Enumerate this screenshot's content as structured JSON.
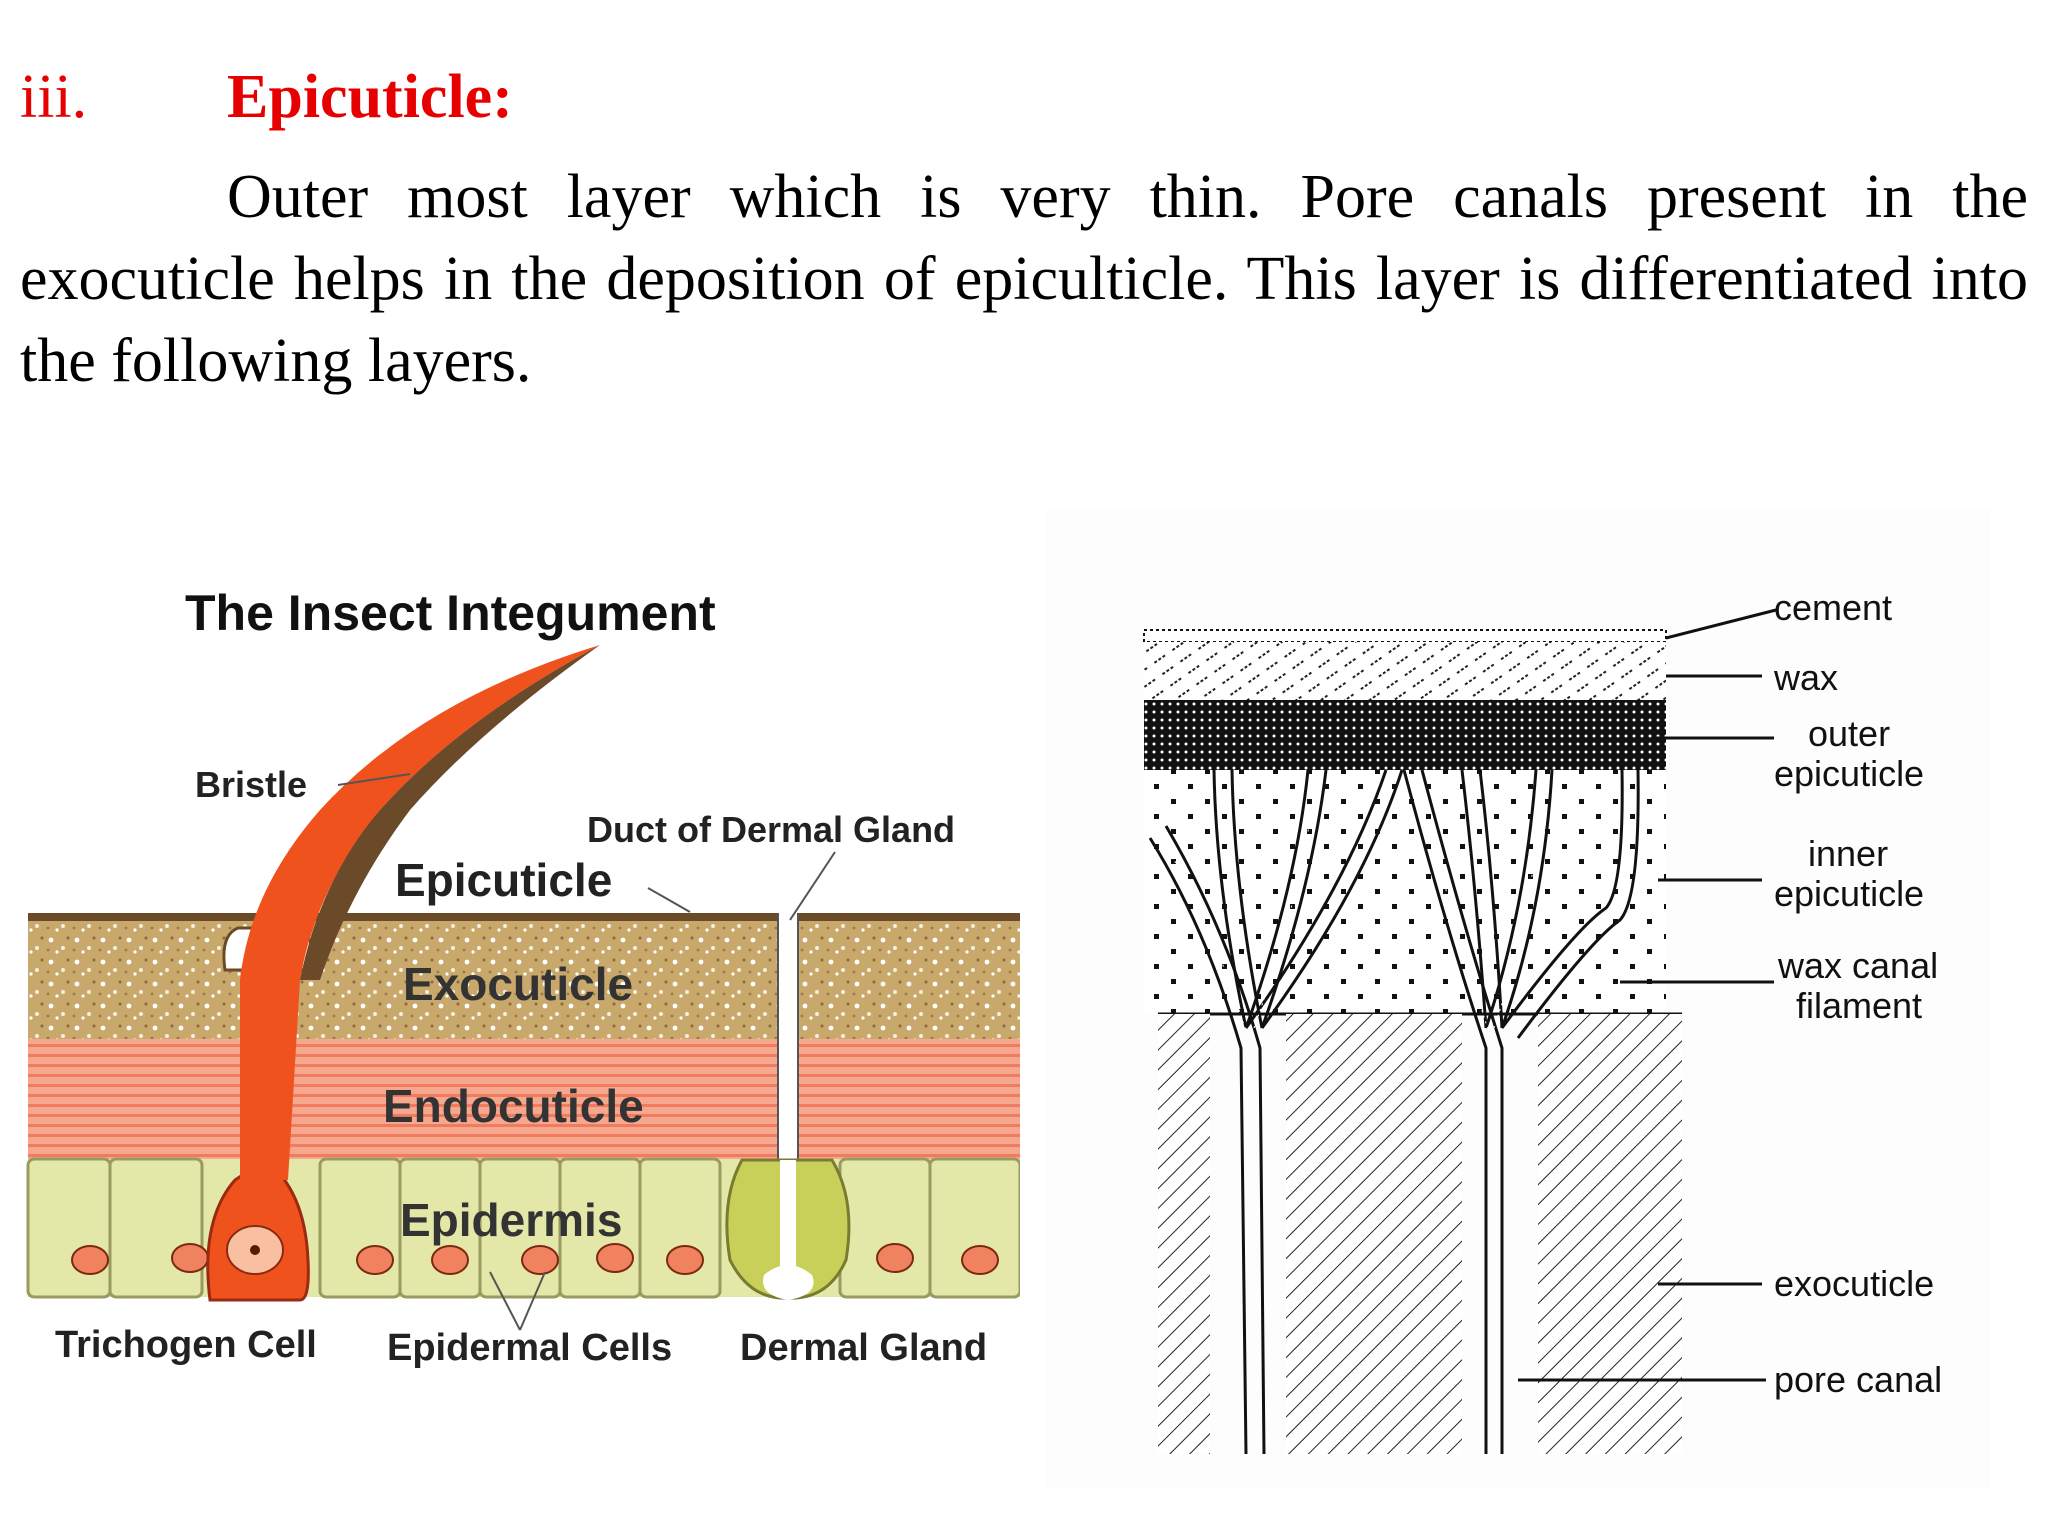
{
  "heading": {
    "number": "iii.",
    "title": "Epicuticle:"
  },
  "paragraph": "Outer most layer which is very thin. Pore canals present in the exocuticle helps in the deposition of epiculticle. This layer is differentiated into the following layers.",
  "figure_left": {
    "title": "The Insect Integument",
    "labels": {
      "bristle": "Bristle",
      "duct": "Duct of Dermal Gland",
      "epicuticle": "Epicuticle",
      "exocuticle": "Exocuticle",
      "endocuticle": "Endocuticle",
      "epidermis": "Epidermis",
      "trichogen": "Trichogen Cell",
      "epidermal_cells": "Epidermal Cells",
      "dermal_gland": "Dermal Gland"
    }
  },
  "figure_right": {
    "labels": {
      "cement": "cement",
      "wax": "wax",
      "outer_epi_1": "outer",
      "outer_epi_2": "epicuticle",
      "inner_epi_1": "inner",
      "inner_epi_2": "epicuticle",
      "wax_canal_1": "wax canal",
      "wax_canal_2": "filament",
      "exocuticle": "exocuticle",
      "pore_canal": "pore canal"
    }
  },
  "colors": {
    "heading": "#e60000",
    "bristle": "#f0521e",
    "exocuticle": "#c9a86b",
    "endocuticle": "#f4836a",
    "epidermis": "#e3e8a8"
  }
}
